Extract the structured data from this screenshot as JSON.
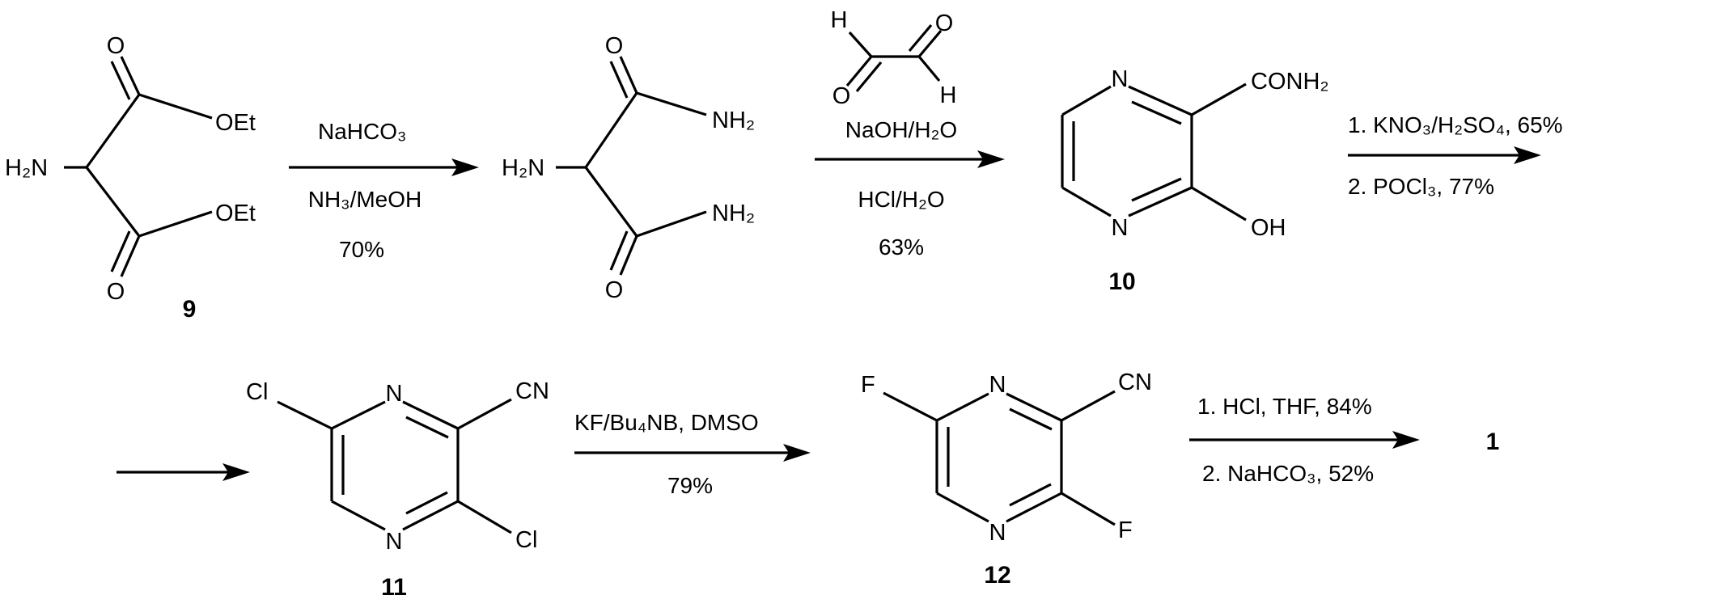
{
  "atoms": {
    "O": "O",
    "OEt": "OEt",
    "H2N": "H₂N",
    "NH2": "NH₂",
    "H": "H",
    "N": "N",
    "CONH2": "CONH₂",
    "OH": "OH",
    "Cl": "Cl",
    "CN": "CN",
    "F": "F"
  },
  "compounds": {
    "c9": "9",
    "c10": "10",
    "c11": "11",
    "c12": "12",
    "c1": "1"
  },
  "step1": {
    "reagent": "NaHCO₃",
    "conditions": "NH₃/MeOH",
    "yield": "70%"
  },
  "step2": {
    "reagent": "NaOH/H₂O",
    "conditions": "HCl/H₂O",
    "yield": "63%"
  },
  "step3": {
    "line1": "1. KNO₃/H₂SO₄, 65%",
    "line2": "2. POCl₃, 77%"
  },
  "step4": {
    "reagent": "KF/Bu₄NB, DMSO",
    "yield": "79%"
  },
  "step5": {
    "line1": "1. HCl, THF, 84%",
    "line2": "2. NaHCO₃, 52%"
  }
}
